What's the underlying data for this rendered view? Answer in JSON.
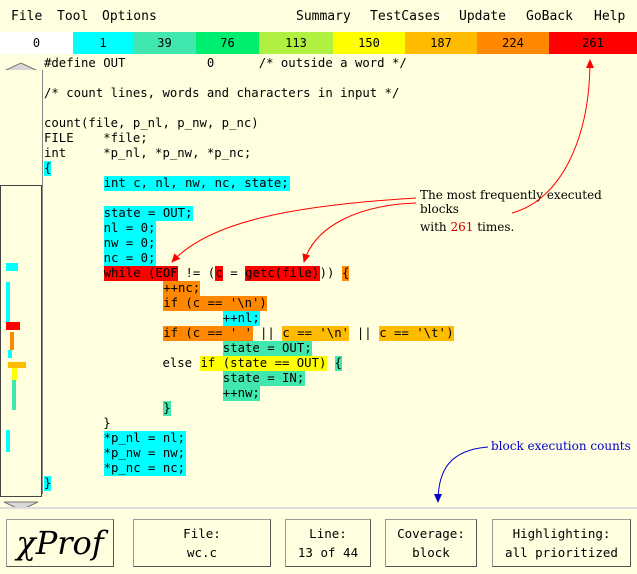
{
  "menu": {
    "left": [
      "File",
      "Tool",
      "Options"
    ],
    "right": [
      "Summary",
      "TestCases",
      "Update",
      "GoBack",
      "Help"
    ]
  },
  "legend": [
    {
      "label": "0",
      "color": "#ffffff"
    },
    {
      "label": "1",
      "color": "#00ffff"
    },
    {
      "label": "39",
      "color": "#40e8b0"
    },
    {
      "label": "76",
      "color": "#00ee70"
    },
    {
      "label": "113",
      "color": "#b0f040"
    },
    {
      "label": "150",
      "color": "#ffff00"
    },
    {
      "label": "187",
      "color": "#ffbb00"
    },
    {
      "label": "224",
      "color": "#ff8800"
    },
    {
      "label": "261",
      "color": "#ff0000"
    }
  ],
  "code_lines": [
    {
      "segs": [
        {
          "t": "#define OUT           0      /* outside a word */"
        }
      ]
    },
    {
      "segs": []
    },
    {
      "segs": [
        {
          "t": "/* count lines, words and characters in input */"
        }
      ]
    },
    {
      "segs": []
    },
    {
      "segs": [
        {
          "t": "count(file, p_nl, p_nw, p_nc)"
        }
      ]
    },
    {
      "segs": [
        {
          "t": "FILE    *file;"
        }
      ]
    },
    {
      "segs": [
        {
          "t": "int     *p_nl, *p_nw, *p_nc;"
        }
      ]
    },
    {
      "segs": [
        {
          "t": "{",
          "c": "#00ffff"
        }
      ]
    },
    {
      "segs": [
        {
          "t": "        "
        },
        {
          "t": "int c, nl, nw, nc, state;",
          "c": "#00ffff"
        }
      ]
    },
    {
      "segs": []
    },
    {
      "segs": [
        {
          "t": "        "
        },
        {
          "t": "state = OUT;",
          "c": "#00ffff"
        }
      ]
    },
    {
      "segs": [
        {
          "t": "        "
        },
        {
          "t": "nl = 0;",
          "c": "#00ffff"
        }
      ]
    },
    {
      "segs": [
        {
          "t": "        "
        },
        {
          "t": "nw = 0;",
          "c": "#00ffff"
        }
      ]
    },
    {
      "segs": [
        {
          "t": "        "
        },
        {
          "t": "nc = 0;",
          "c": "#00ffff"
        }
      ]
    },
    {
      "segs": [
        {
          "t": "        "
        },
        {
          "t": "while (EOF",
          "c": "#ff0000"
        },
        {
          "t": " != ("
        },
        {
          "t": "c",
          "c": "#ff0000"
        },
        {
          "t": " = "
        },
        {
          "t": "getc(file)",
          "c": "#ff0000"
        },
        {
          "t": ")) "
        },
        {
          "t": "{",
          "c": "#ff8800"
        }
      ]
    },
    {
      "segs": [
        {
          "t": "                "
        },
        {
          "t": "++nc;",
          "c": "#ff8800"
        }
      ]
    },
    {
      "segs": [
        {
          "t": "                "
        },
        {
          "t": "if (c == '\\n')",
          "c": "#ff8800"
        }
      ]
    },
    {
      "segs": [
        {
          "t": "                        "
        },
        {
          "t": "++nl;",
          "c": "#00ffff"
        }
      ]
    },
    {
      "segs": [
        {
          "t": "                "
        },
        {
          "t": "if (c == ' '",
          "c": "#ff8800"
        },
        {
          "t": " || "
        },
        {
          "t": "c == '\\n'",
          "c": "#ffbb00"
        },
        {
          "t": " || "
        },
        {
          "t": "c == '\\t'",
          "c": "#ffbb00"
        },
        {
          "t": ")",
          "c": "#ffbb00"
        }
      ]
    },
    {
      "segs": [
        {
          "t": "                        "
        },
        {
          "t": "state = OUT;",
          "c": "#40e8b0"
        }
      ]
    },
    {
      "segs": [
        {
          "t": "                else "
        },
        {
          "t": "if",
          "c": "#ffff00"
        },
        {
          "t": " (state == OUT)",
          "c": "#ffff00"
        },
        {
          "t": " "
        },
        {
          "t": "{",
          "c": "#40e8b0"
        }
      ]
    },
    {
      "segs": [
        {
          "t": "                        "
        },
        {
          "t": "state = IN;",
          "c": "#40e8b0"
        }
      ]
    },
    {
      "segs": [
        {
          "t": "                        "
        },
        {
          "t": "++nw;",
          "c": "#40e8b0"
        }
      ]
    },
    {
      "segs": [
        {
          "t": "                "
        },
        {
          "t": "}",
          "c": "#40e8b0"
        }
      ]
    },
    {
      "segs": [
        {
          "t": "        }"
        }
      ]
    },
    {
      "segs": [
        {
          "t": "        "
        },
        {
          "t": "*p_nl = nl;",
          "c": "#00ffff"
        }
      ]
    },
    {
      "segs": [
        {
          "t": "        "
        },
        {
          "t": "*p_nw = nw;",
          "c": "#00ffff"
        }
      ]
    },
    {
      "segs": [
        {
          "t": "        "
        },
        {
          "t": "*p_nc = nc;",
          "c": "#00ffff"
        }
      ]
    },
    {
      "segs": [
        {
          "t": "}",
          "c": "#00ffff"
        }
      ]
    }
  ],
  "annotations": {
    "frequent_line1": "The most frequently executed blocks",
    "frequent_line2_pre": "with ",
    "frequent_count": "261",
    "frequent_line2_post": " times.",
    "block_counts": "block execution counts",
    "frequent_count_color": "#cc0000"
  },
  "status": {
    "logo": "χProf",
    "file_label": "File:",
    "file_value": "wc.c",
    "line_label": "Line:",
    "line_value": "13 of 44",
    "coverage_label": "Coverage:",
    "coverage_value": "block",
    "highlight_label": "Highlighting:",
    "highlight_value": "all prioritized"
  }
}
